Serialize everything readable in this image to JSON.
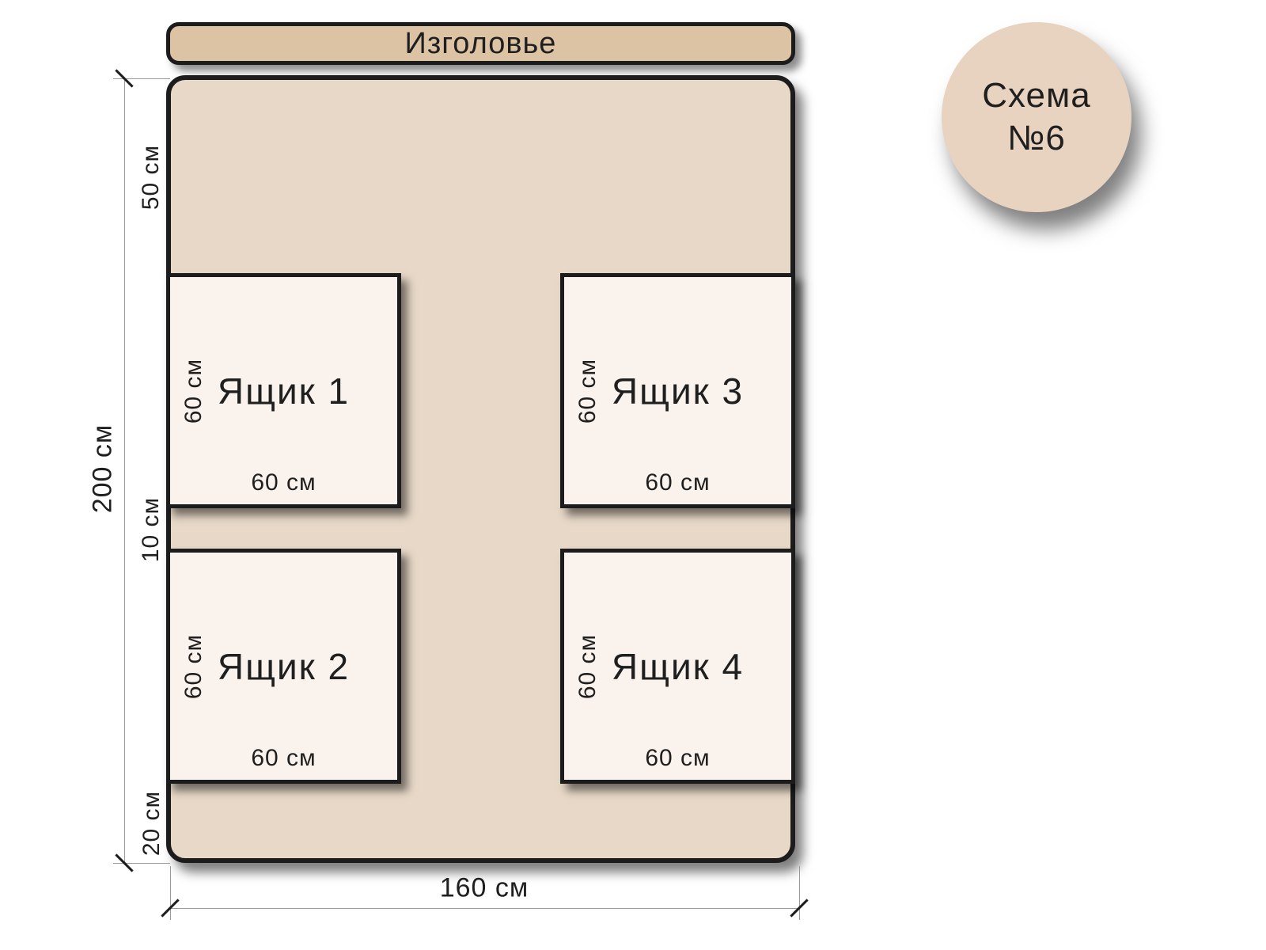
{
  "badge": {
    "line1": "Схема",
    "line2": "№6"
  },
  "headboard": {
    "label": "Изголовье"
  },
  "drawers": [
    {
      "name": "Ящик 1",
      "height_label": "60 см",
      "width_label": "60 см"
    },
    {
      "name": "Ящик 2",
      "height_label": "60 см",
      "width_label": "60 см"
    },
    {
      "name": "Ящик 3",
      "height_label": "60 см",
      "width_label": "60 см"
    },
    {
      "name": "Ящик 4",
      "height_label": "60 см",
      "width_label": "60 см"
    }
  ],
  "dimensions": {
    "total_height": "200 см",
    "head_offset": "50 см",
    "row_gap": "10 см",
    "foot_offset": "20 см",
    "total_width": "160 см"
  },
  "colors": {
    "headboard_fill": "#dcc3a3",
    "bed_fill": "#e7d8c7",
    "drawer_fill": "#faf2ec",
    "badge_fill": "#e7d3c0",
    "outline": "#1c1c1c",
    "dim_line": "#9a9a9a",
    "text": "#1f1f1f",
    "background": "#ffffff"
  }
}
